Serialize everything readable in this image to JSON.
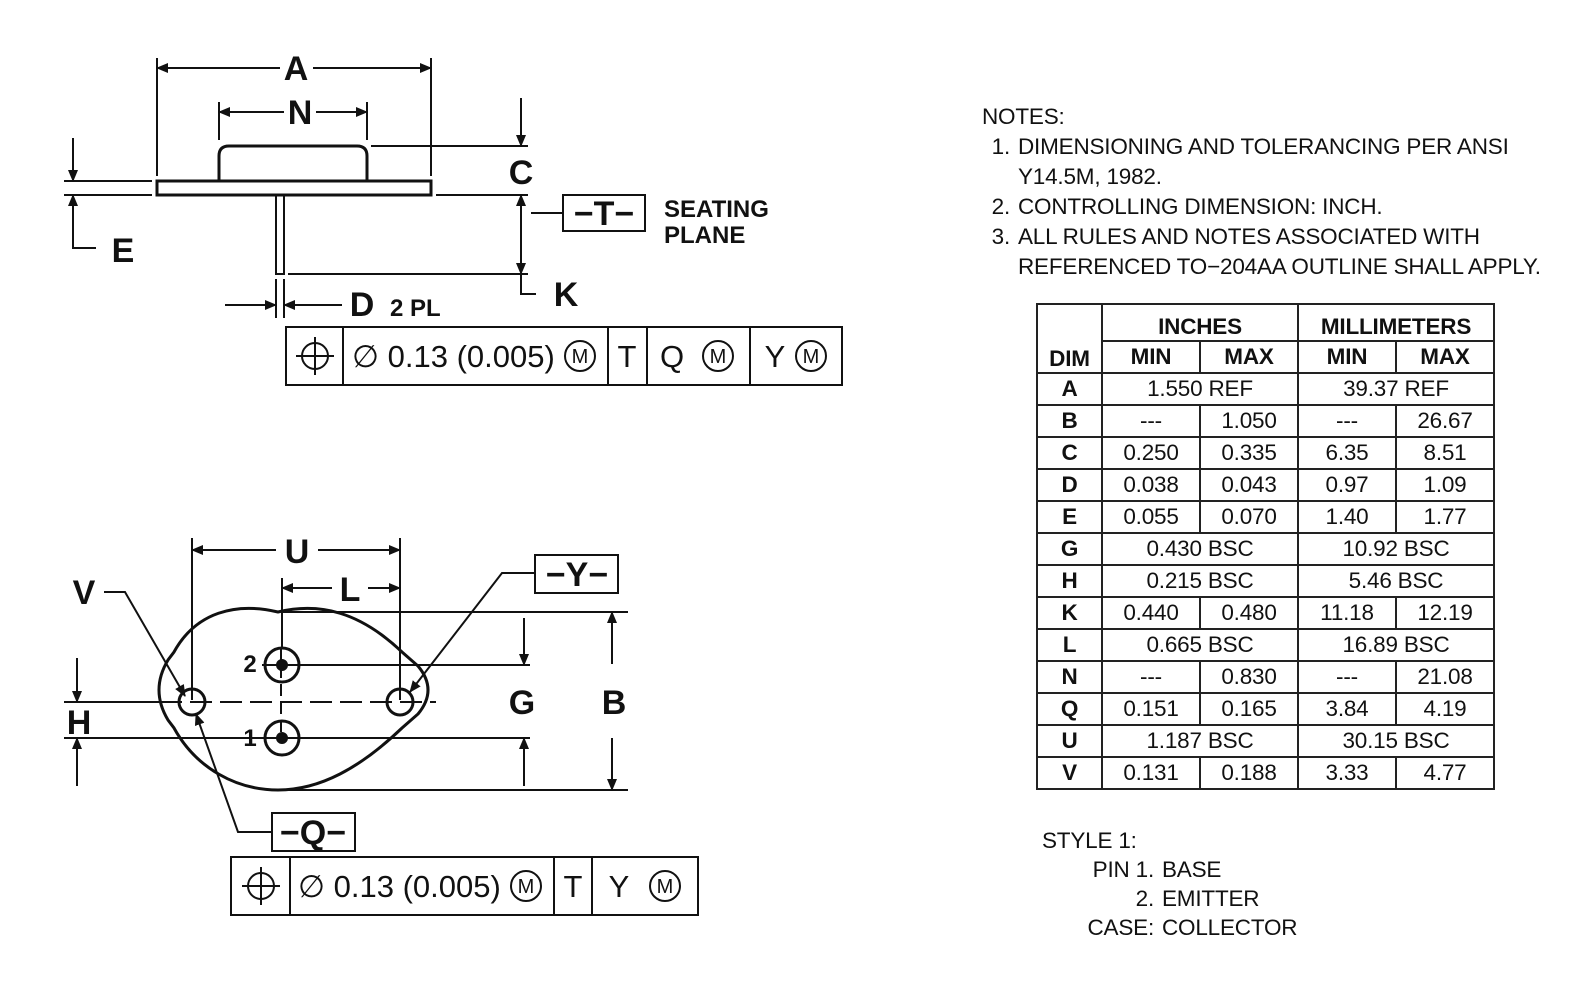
{
  "top_view": {
    "labels": {
      "A": "A",
      "N": "N",
      "C": "C",
      "E": "E",
      "K": "K",
      "D": "D",
      "D_suffix": "2 PL"
    },
    "datum_T": "−T−",
    "seating_plane": [
      "SEATING",
      "PLANE"
    ],
    "fcf": {
      "symbol": "position-icon",
      "tolerance": "∅ 0.13 (0.005)",
      "modifier": "M",
      "datum_1": "T",
      "datum_2": "Q",
      "datum_2_mod": "M",
      "datum_3": "Y",
      "datum_3_mod": "M"
    }
  },
  "bottom_view": {
    "labels": {
      "U": "U",
      "L": "L",
      "V": "V",
      "G": "G",
      "B": "B",
      "H": "H",
      "pin1": "1",
      "pin2": "2"
    },
    "datum_Y": "−Y−",
    "datum_Q": "−Q−",
    "fcf": {
      "symbol": "position-icon",
      "tolerance": "∅ 0.13 (0.005)",
      "modifier": "M",
      "datum_1": "T",
      "datum_2": "Y",
      "datum_2_mod": "M"
    }
  },
  "notes": {
    "title": "NOTES:",
    "items": [
      {
        "num": "1.",
        "lines": [
          "DIMENSIONING AND TOLERANCING PER ANSI",
          "Y14.5M, 1982."
        ]
      },
      {
        "num": "2.",
        "lines": [
          "CONTROLLING DIMENSION: INCH."
        ]
      },
      {
        "num": "3.",
        "lines": [
          "ALL RULES AND NOTES ASSOCIATED WITH",
          "REFERENCED TO−204AA OUTLINE SHALL APPLY."
        ]
      }
    ]
  },
  "table": {
    "header_group": {
      "inches": "INCHES",
      "mm": "MILLIMETERS"
    },
    "header_cols": {
      "dim": "DIM",
      "min1": "MIN",
      "max1": "MAX",
      "min2": "MIN",
      "max2": "MAX"
    },
    "rows": [
      {
        "dim": "A",
        "in_span": "1.550 REF",
        "mm_span": "39.37 REF"
      },
      {
        "dim": "B",
        "in_min": "---",
        "in_max": "1.050",
        "mm_min": "---",
        "mm_max": "26.67"
      },
      {
        "dim": "C",
        "in_min": "0.250",
        "in_max": "0.335",
        "mm_min": "6.35",
        "mm_max": "8.51"
      },
      {
        "dim": "D",
        "in_min": "0.038",
        "in_max": "0.043",
        "mm_min": "0.97",
        "mm_max": "1.09"
      },
      {
        "dim": "E",
        "in_min": "0.055",
        "in_max": "0.070",
        "mm_min": "1.40",
        "mm_max": "1.77"
      },
      {
        "dim": "G",
        "in_span": "0.430 BSC",
        "mm_span": "10.92 BSC"
      },
      {
        "dim": "H",
        "in_span": "0.215 BSC",
        "mm_span": "5.46 BSC"
      },
      {
        "dim": "K",
        "in_min": "0.440",
        "in_max": "0.480",
        "mm_min": "11.18",
        "mm_max": "12.19"
      },
      {
        "dim": "L",
        "in_span": "0.665 BSC",
        "mm_span": "16.89 BSC"
      },
      {
        "dim": "N",
        "in_min": "---",
        "in_max": "0.830",
        "mm_min": "---",
        "mm_max": "21.08"
      },
      {
        "dim": "Q",
        "in_min": "0.151",
        "in_max": "0.165",
        "mm_min": "3.84",
        "mm_max": "4.19"
      },
      {
        "dim": "U",
        "in_span": "1.187 BSC",
        "mm_span": "30.15 BSC"
      },
      {
        "dim": "V",
        "in_min": "0.131",
        "in_max": "0.188",
        "mm_min": "3.33",
        "mm_max": "4.77"
      }
    ]
  },
  "style": {
    "title": "STYLE 1:",
    "rows": [
      {
        "key": "PIN 1.",
        "value": "BASE"
      },
      {
        "key": "2.",
        "value": "EMITTER"
      },
      {
        "key": "CASE:",
        "value": "COLLECTOR"
      }
    ]
  }
}
